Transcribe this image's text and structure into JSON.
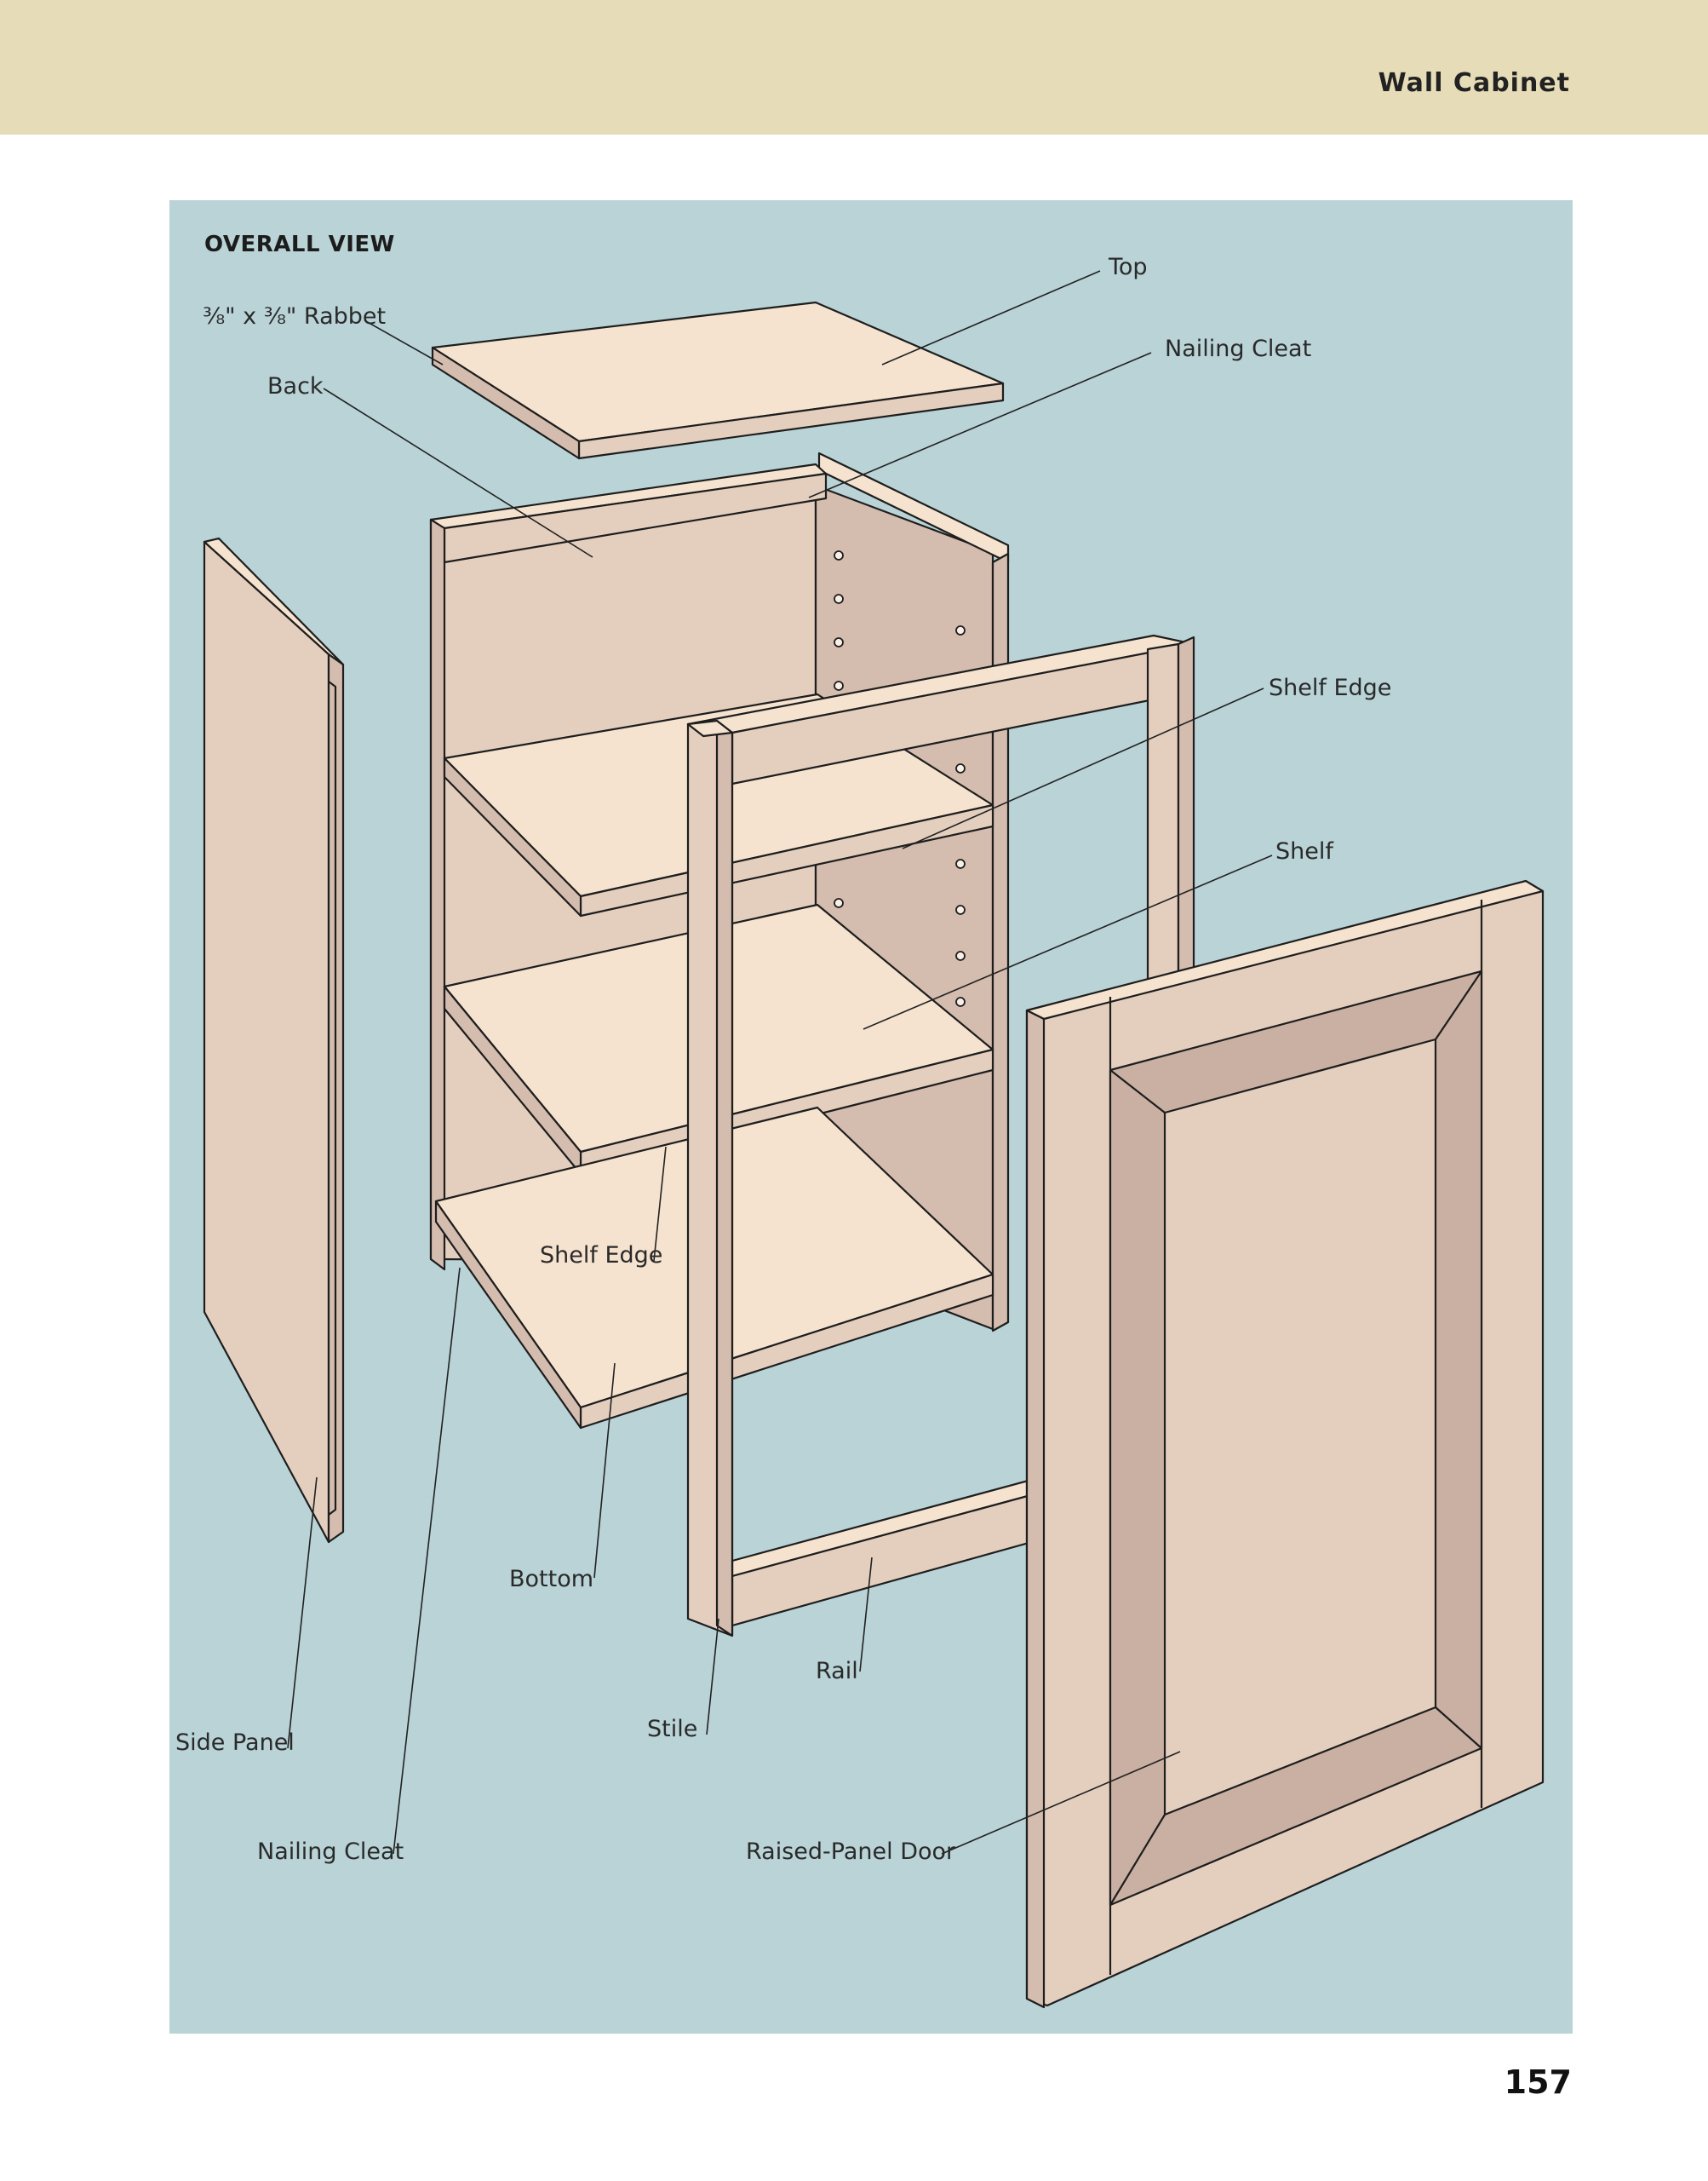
{
  "header": {
    "title": "Wall Cabinet"
  },
  "figure": {
    "heading": "OVERALL VIEW",
    "labels": {
      "top": "Top",
      "rabbet": "⅜\" x ⅜\" Rabbet",
      "back": "Back",
      "nailing_cleat_top": "Nailing Cleat",
      "shelf_edge_upper": "Shelf Edge",
      "shelf": "Shelf",
      "shelf_edge_lower": "Shelf Edge",
      "bottom": "Bottom",
      "rail": "Rail",
      "stile": "Stile",
      "side_panel": "Side Panel",
      "nailing_cleat_bottom": "Nailing Cleat",
      "raised_panel_door": "Raised-Panel Door"
    }
  },
  "page_number": "157"
}
